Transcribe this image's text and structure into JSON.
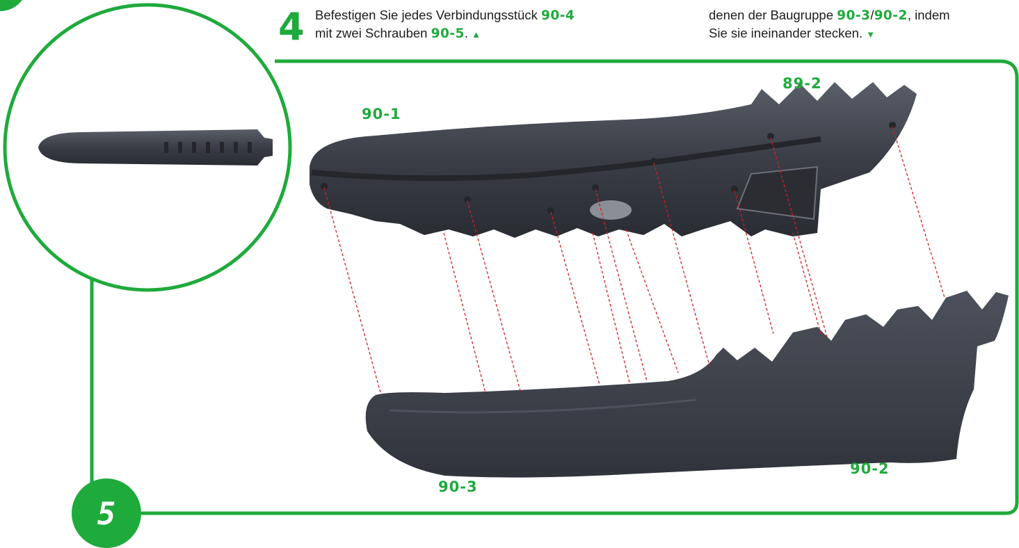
{
  "step4": {
    "number": "4",
    "line1_text": "Befestigen Sie jedes Verbindungsstück ",
    "line1_part": "90-4",
    "line2_text": "mit zwei Schrauben ",
    "line2_part": "90-5",
    "line2_end": ".",
    "marker": "▲"
  },
  "next_step_text": {
    "line1_text": "denen der Baugruppe ",
    "line1_part_a": "90-3",
    "line1_sep": "/",
    "line1_part_b": "90-2",
    "line1_end": ", indem",
    "line2_text": "Sie sie ineinander stecken.",
    "marker": "▼"
  },
  "labels": {
    "upper_jaw": "90-1",
    "teeth_part": "89-2",
    "lower_jaw_front": "90-3",
    "lower_jaw_back": "90-2"
  },
  "step_badge": "5",
  "colors": {
    "accent_green": "#1faa3c",
    "jaw_dark": "#3a3d45",
    "guide_red": "#d42020"
  }
}
